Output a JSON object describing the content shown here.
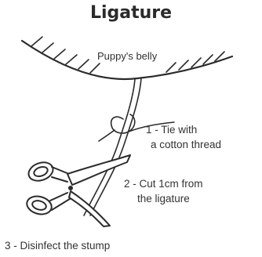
{
  "diagram": {
    "title": "Ligature",
    "labels": {
      "belly": "Puppy's belly",
      "step1_line1": "1 - Tie with",
      "step1_line2": "a cotton thread",
      "step2_line1": "2 - Cut 1cm from",
      "step2_line2": "the ligature",
      "step3": "3 - Disinfect the stump"
    },
    "colors": {
      "ink": "#2b2b2b",
      "text": "#333333",
      "background": "#ffffff"
    },
    "icons": [
      "belly-outline",
      "umbilical-cord",
      "thread-loop",
      "scissors-icon"
    ]
  }
}
